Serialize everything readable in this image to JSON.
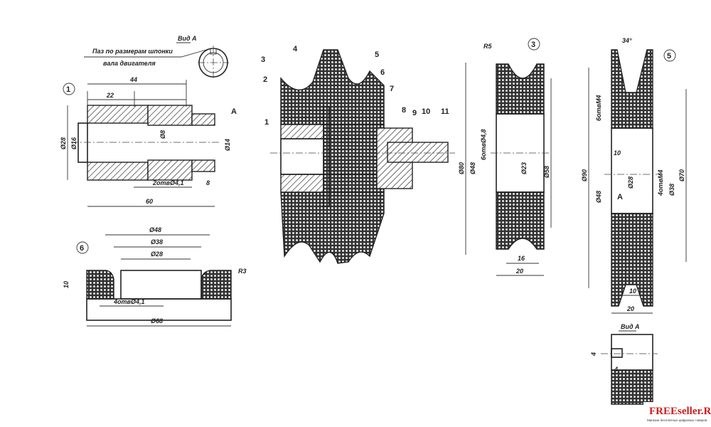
{
  "key_note": {
    "line1": "Паз по размерам шпонки",
    "line2": "вала двигателя",
    "view_label": "Вид А"
  },
  "part1": {
    "number": "1",
    "dims": {
      "l44": "44",
      "l22": "22",
      "d28": "Ø28",
      "d16": "Ø16",
      "d8": "Ø8",
      "d14": "Ø14",
      "a": "А",
      "holes": "2отвØ4,1",
      "l8": "8",
      "l60": "60"
    }
  },
  "part6": {
    "number": "6",
    "dims": {
      "d48": "Ø48",
      "d38": "Ø38",
      "d28": "Ø28",
      "r3": "R3",
      "h10": "10",
      "holes": "4отвØ4,1",
      "d68": "Ø68"
    }
  },
  "assembly": {
    "labels": [
      "1",
      "2",
      "3",
      "4",
      "5",
      "6",
      "7",
      "8",
      "9",
      "10",
      "11"
    ]
  },
  "part3": {
    "number": "3",
    "dims": {
      "r5": "R5",
      "d80": "Ø80",
      "d48": "Ø48",
      "holes": "6отвØ4,8",
      "d23": "Ø23",
      "d58": "Ø58",
      "w16": "16",
      "w20": "20"
    }
  },
  "part5": {
    "number": "5",
    "dims": {
      "angle": "34°",
      "holes6": "6отвМ4",
      "w10": "10",
      "holes4": "4отвМ4",
      "d90": "Ø90",
      "d48": "Ø48",
      "d28": "Ø28",
      "d38": "Ø38",
      "d70": "Ø70",
      "a": "А",
      "b10": "10",
      "b20": "20"
    }
  },
  "view_a": {
    "label": "Вид А",
    "d1": "4",
    "d2": "4"
  },
  "watermark": {
    "brand": "FREEseller.RU",
    "tagline": "Магазин бесплатных цифровых товаров"
  }
}
